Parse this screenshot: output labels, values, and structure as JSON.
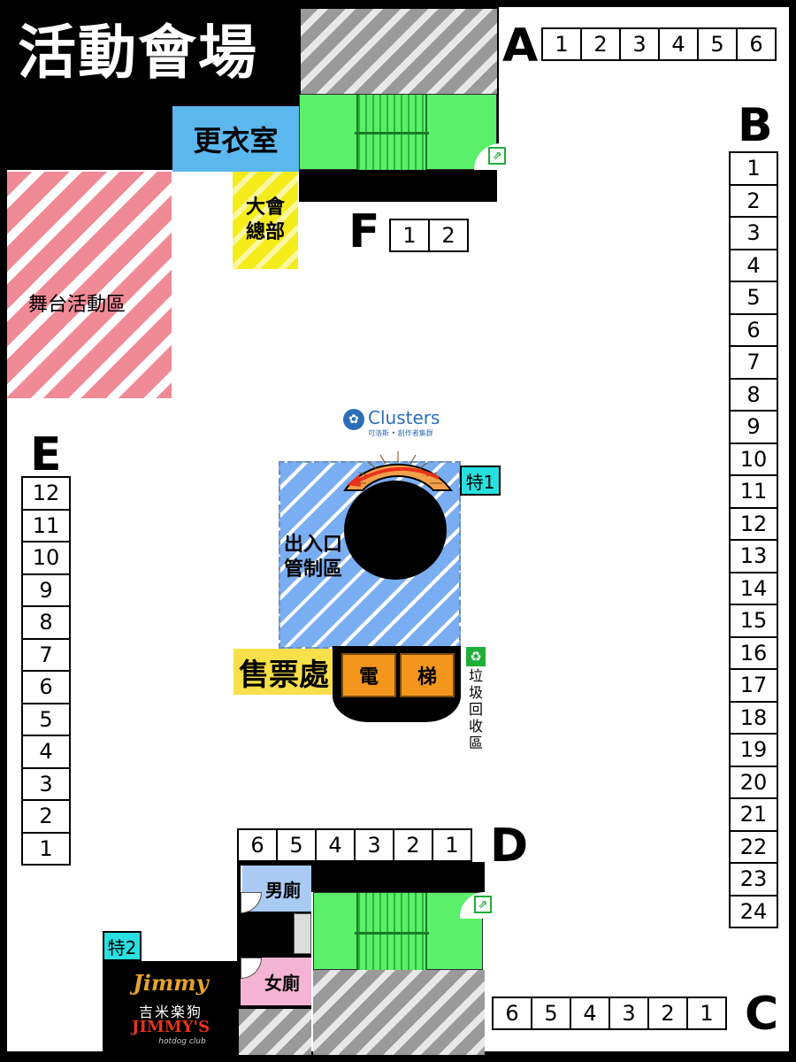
{
  "title": "活動會場",
  "changing_room": "更衣室",
  "hq": {
    "line1": "大會",
    "line2": "總部"
  },
  "stage": "舞台活動區",
  "entrance": {
    "line1": "出入口",
    "line2": "管制區"
  },
  "ticket": "售票處",
  "elevator": [
    "電",
    "梯"
  ],
  "recycle": [
    "垃",
    "圾",
    "回",
    "收",
    "區"
  ],
  "toilets": {
    "men": "男廁",
    "women": "女廁"
  },
  "special": {
    "s1": "特1",
    "s2": "特2"
  },
  "logo": {
    "name": "Clusters",
    "sub": "可洛斯 • 創作者集群"
  },
  "jimmy": {
    "script": "Jimmy",
    "cn": "吉米楽狗",
    "en": "JIMMY'S",
    "tag": "hotdog club"
  },
  "rows": {
    "A": {
      "label": "A",
      "booths": [
        "1",
        "2",
        "3",
        "4",
        "5",
        "6"
      ]
    },
    "B": {
      "label": "B",
      "booths": [
        "1",
        "2",
        "3",
        "4",
        "5",
        "6",
        "7",
        "8",
        "9",
        "10",
        "11",
        "12",
        "13",
        "14",
        "15",
        "16",
        "17",
        "18",
        "19",
        "20",
        "21",
        "22",
        "23",
        "24"
      ]
    },
    "C": {
      "label": "C",
      "booths": [
        "6",
        "5",
        "4",
        "3",
        "2",
        "1"
      ]
    },
    "D": {
      "label": "D",
      "booths": [
        "6",
        "5",
        "4",
        "3",
        "2",
        "1"
      ]
    },
    "E": {
      "label": "E",
      "booths": [
        "12",
        "11",
        "10",
        "9",
        "8",
        "7",
        "6",
        "5",
        "4",
        "3",
        "2",
        "1"
      ]
    },
    "F": {
      "label": "F",
      "booths": [
        "1",
        "2"
      ]
    }
  },
  "colors": {
    "stairs": "#5af06a",
    "changing_room": "#5ab8ef",
    "hq": "#f5ec1c",
    "entrance": "#7aaef2",
    "stage": "#f08a96",
    "elevator": "#f2961c",
    "ticket": "#f8e04a",
    "special": "#28e0e0",
    "men": "#a9cbf3",
    "women": "#f4b4d4"
  }
}
